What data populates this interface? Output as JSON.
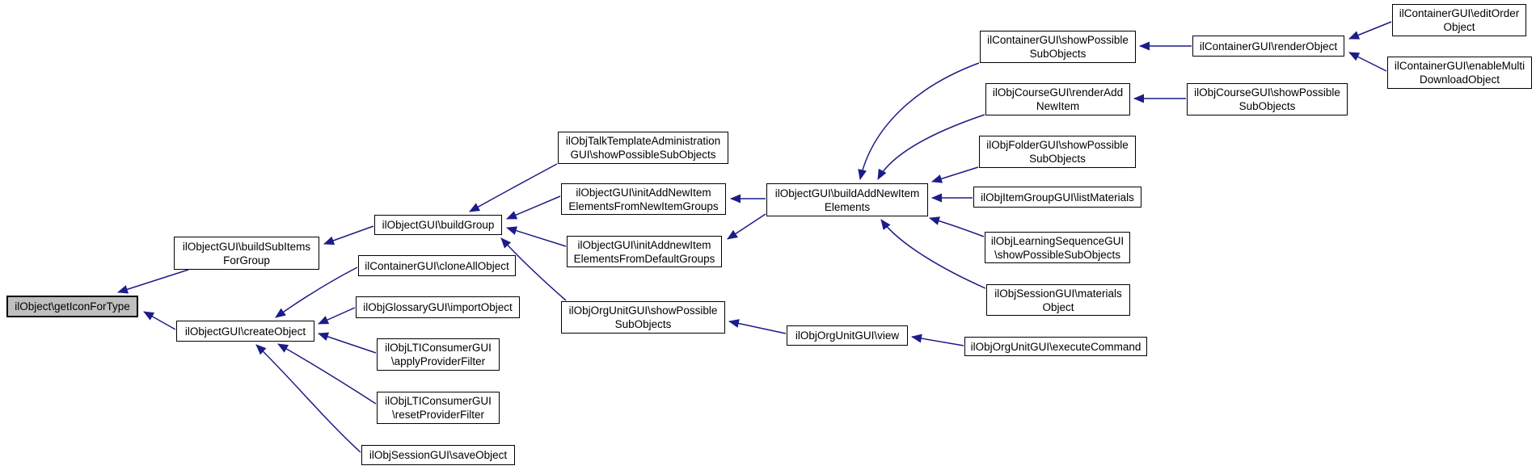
{
  "diagram": {
    "type": "caller-graph",
    "highlighted_function": "ilObject\\getIconForType",
    "colors": {
      "edge": "#1c1c88",
      "node_border": "#000000",
      "node_fill": "#ffffff",
      "highlight_fill": "#bfbfbf",
      "background": "#ffffff"
    }
  },
  "nodes": [
    {
      "id": "getIconForType",
      "highlighted": true,
      "lines": [
        "ilObject\\getIconForType"
      ]
    },
    {
      "id": "buildSubItemsForGroup",
      "highlighted": false,
      "lines": [
        "ilObjectGUI\\buildSubItems",
        "ForGroup"
      ]
    },
    {
      "id": "buildGroup",
      "highlighted": false,
      "lines": [
        "ilObjectGUI\\buildGroup"
      ]
    },
    {
      "id": "cloneAllObject",
      "highlighted": false,
      "lines": [
        "ilContainerGUI\\cloneAllObject"
      ]
    },
    {
      "id": "importObject",
      "highlighted": false,
      "lines": [
        "ilObjGlossaryGUI\\importObject"
      ]
    },
    {
      "id": "createObject",
      "highlighted": false,
      "lines": [
        "ilObjectGUI\\createObject"
      ]
    },
    {
      "id": "applyProviderFilter",
      "highlighted": false,
      "lines": [
        "ilObjLTIConsumerGUI",
        "\\applyProviderFilter"
      ]
    },
    {
      "id": "resetProviderFilter",
      "highlighted": false,
      "lines": [
        "ilObjLTIConsumerGUI",
        "\\resetProviderFilter"
      ]
    },
    {
      "id": "saveObject",
      "highlighted": false,
      "lines": [
        "ilObjSessionGUI\\saveObject"
      ]
    },
    {
      "id": "talkTemplate",
      "highlighted": false,
      "lines": [
        "ilObjTalkTemplateAdministration",
        "GUI\\showPossibleSubObjects"
      ]
    },
    {
      "id": "initAddNew",
      "highlighted": false,
      "lines": [
        "ilObjectGUI\\initAddNewItem",
        "ElementsFromNewItemGroups"
      ]
    },
    {
      "id": "initAddnewDefault",
      "highlighted": false,
      "lines": [
        "ilObjectGUI\\initAddnewItem",
        "ElementsFromDefaultGroups"
      ]
    },
    {
      "id": "orgUnitShowPossible",
      "highlighted": false,
      "lines": [
        "ilObjOrgUnitGUI\\showPossible",
        "SubObjects"
      ]
    },
    {
      "id": "buildAddNewItem",
      "highlighted": false,
      "lines": [
        "ilObjectGUI\\buildAddNewItem",
        "Elements"
      ]
    },
    {
      "id": "orgUnitView",
      "highlighted": false,
      "lines": [
        "ilObjOrgUnitGUI\\view"
      ]
    },
    {
      "id": "executeCommand",
      "highlighted": false,
      "lines": [
        "ilObjOrgUnitGUI\\executeCommand"
      ]
    },
    {
      "id": "containerShowPossible",
      "highlighted": false,
      "lines": [
        "ilContainerGUI\\showPossible",
        "SubObjects"
      ]
    },
    {
      "id": "courseRenderAdd",
      "highlighted": false,
      "lines": [
        "ilObjCourseGUI\\renderAdd",
        "NewItem"
      ]
    },
    {
      "id": "folderShowPossible",
      "highlighted": false,
      "lines": [
        "ilObjFolderGUI\\showPossible",
        "SubObjects"
      ]
    },
    {
      "id": "listMaterials",
      "highlighted": false,
      "lines": [
        "ilObjItemGroupGUI\\listMaterials"
      ]
    },
    {
      "id": "learningSequence",
      "highlighted": false,
      "lines": [
        "ilObjLearningSequenceGUI",
        "\\showPossibleSubObjects"
      ]
    },
    {
      "id": "sessionMaterials",
      "highlighted": false,
      "lines": [
        "ilObjSessionGUI\\materials",
        "Object"
      ]
    },
    {
      "id": "renderObject",
      "highlighted": false,
      "lines": [
        "ilContainerGUI\\renderObject"
      ]
    },
    {
      "id": "courseShowPossible",
      "highlighted": false,
      "lines": [
        "ilObjCourseGUI\\showPossible",
        "SubObjects"
      ]
    },
    {
      "id": "editOrder",
      "highlighted": false,
      "lines": [
        "ilContainerGUI\\editOrder",
        "Object"
      ]
    },
    {
      "id": "enableMulti",
      "highlighted": false,
      "lines": [
        "ilContainerGUI\\enableMulti",
        "DownloadObject"
      ]
    }
  ],
  "edges": [
    {
      "from": "buildSubItemsForGroup",
      "to": "getIconForType"
    },
    {
      "from": "createObject",
      "to": "getIconForType"
    },
    {
      "from": "buildGroup",
      "to": "buildSubItemsForGroup"
    },
    {
      "from": "talkTemplate",
      "to": "buildGroup"
    },
    {
      "from": "initAddNew",
      "to": "buildGroup"
    },
    {
      "from": "initAddnewDefault",
      "to": "buildGroup"
    },
    {
      "from": "orgUnitShowPossible",
      "to": "buildGroup"
    },
    {
      "from": "buildAddNewItem",
      "to": "initAddNew"
    },
    {
      "from": "buildAddNewItem",
      "to": "initAddnewDefault"
    },
    {
      "from": "containerShowPossible",
      "to": "buildAddNewItem"
    },
    {
      "from": "courseRenderAdd",
      "to": "buildAddNewItem"
    },
    {
      "from": "folderShowPossible",
      "to": "buildAddNewItem"
    },
    {
      "from": "listMaterials",
      "to": "buildAddNewItem"
    },
    {
      "from": "learningSequence",
      "to": "buildAddNewItem"
    },
    {
      "from": "sessionMaterials",
      "to": "buildAddNewItem"
    },
    {
      "from": "renderObject",
      "to": "containerShowPossible"
    },
    {
      "from": "courseShowPossible",
      "to": "courseRenderAdd"
    },
    {
      "from": "editOrder",
      "to": "renderObject"
    },
    {
      "from": "enableMulti",
      "to": "renderObject"
    },
    {
      "from": "orgUnitView",
      "to": "orgUnitShowPossible"
    },
    {
      "from": "executeCommand",
      "to": "orgUnitView"
    },
    {
      "from": "cloneAllObject",
      "to": "createObject"
    },
    {
      "from": "importObject",
      "to": "createObject"
    },
    {
      "from": "applyProviderFilter",
      "to": "createObject"
    },
    {
      "from": "resetProviderFilter",
      "to": "createObject"
    },
    {
      "from": "saveObject",
      "to": "createObject"
    }
  ]
}
